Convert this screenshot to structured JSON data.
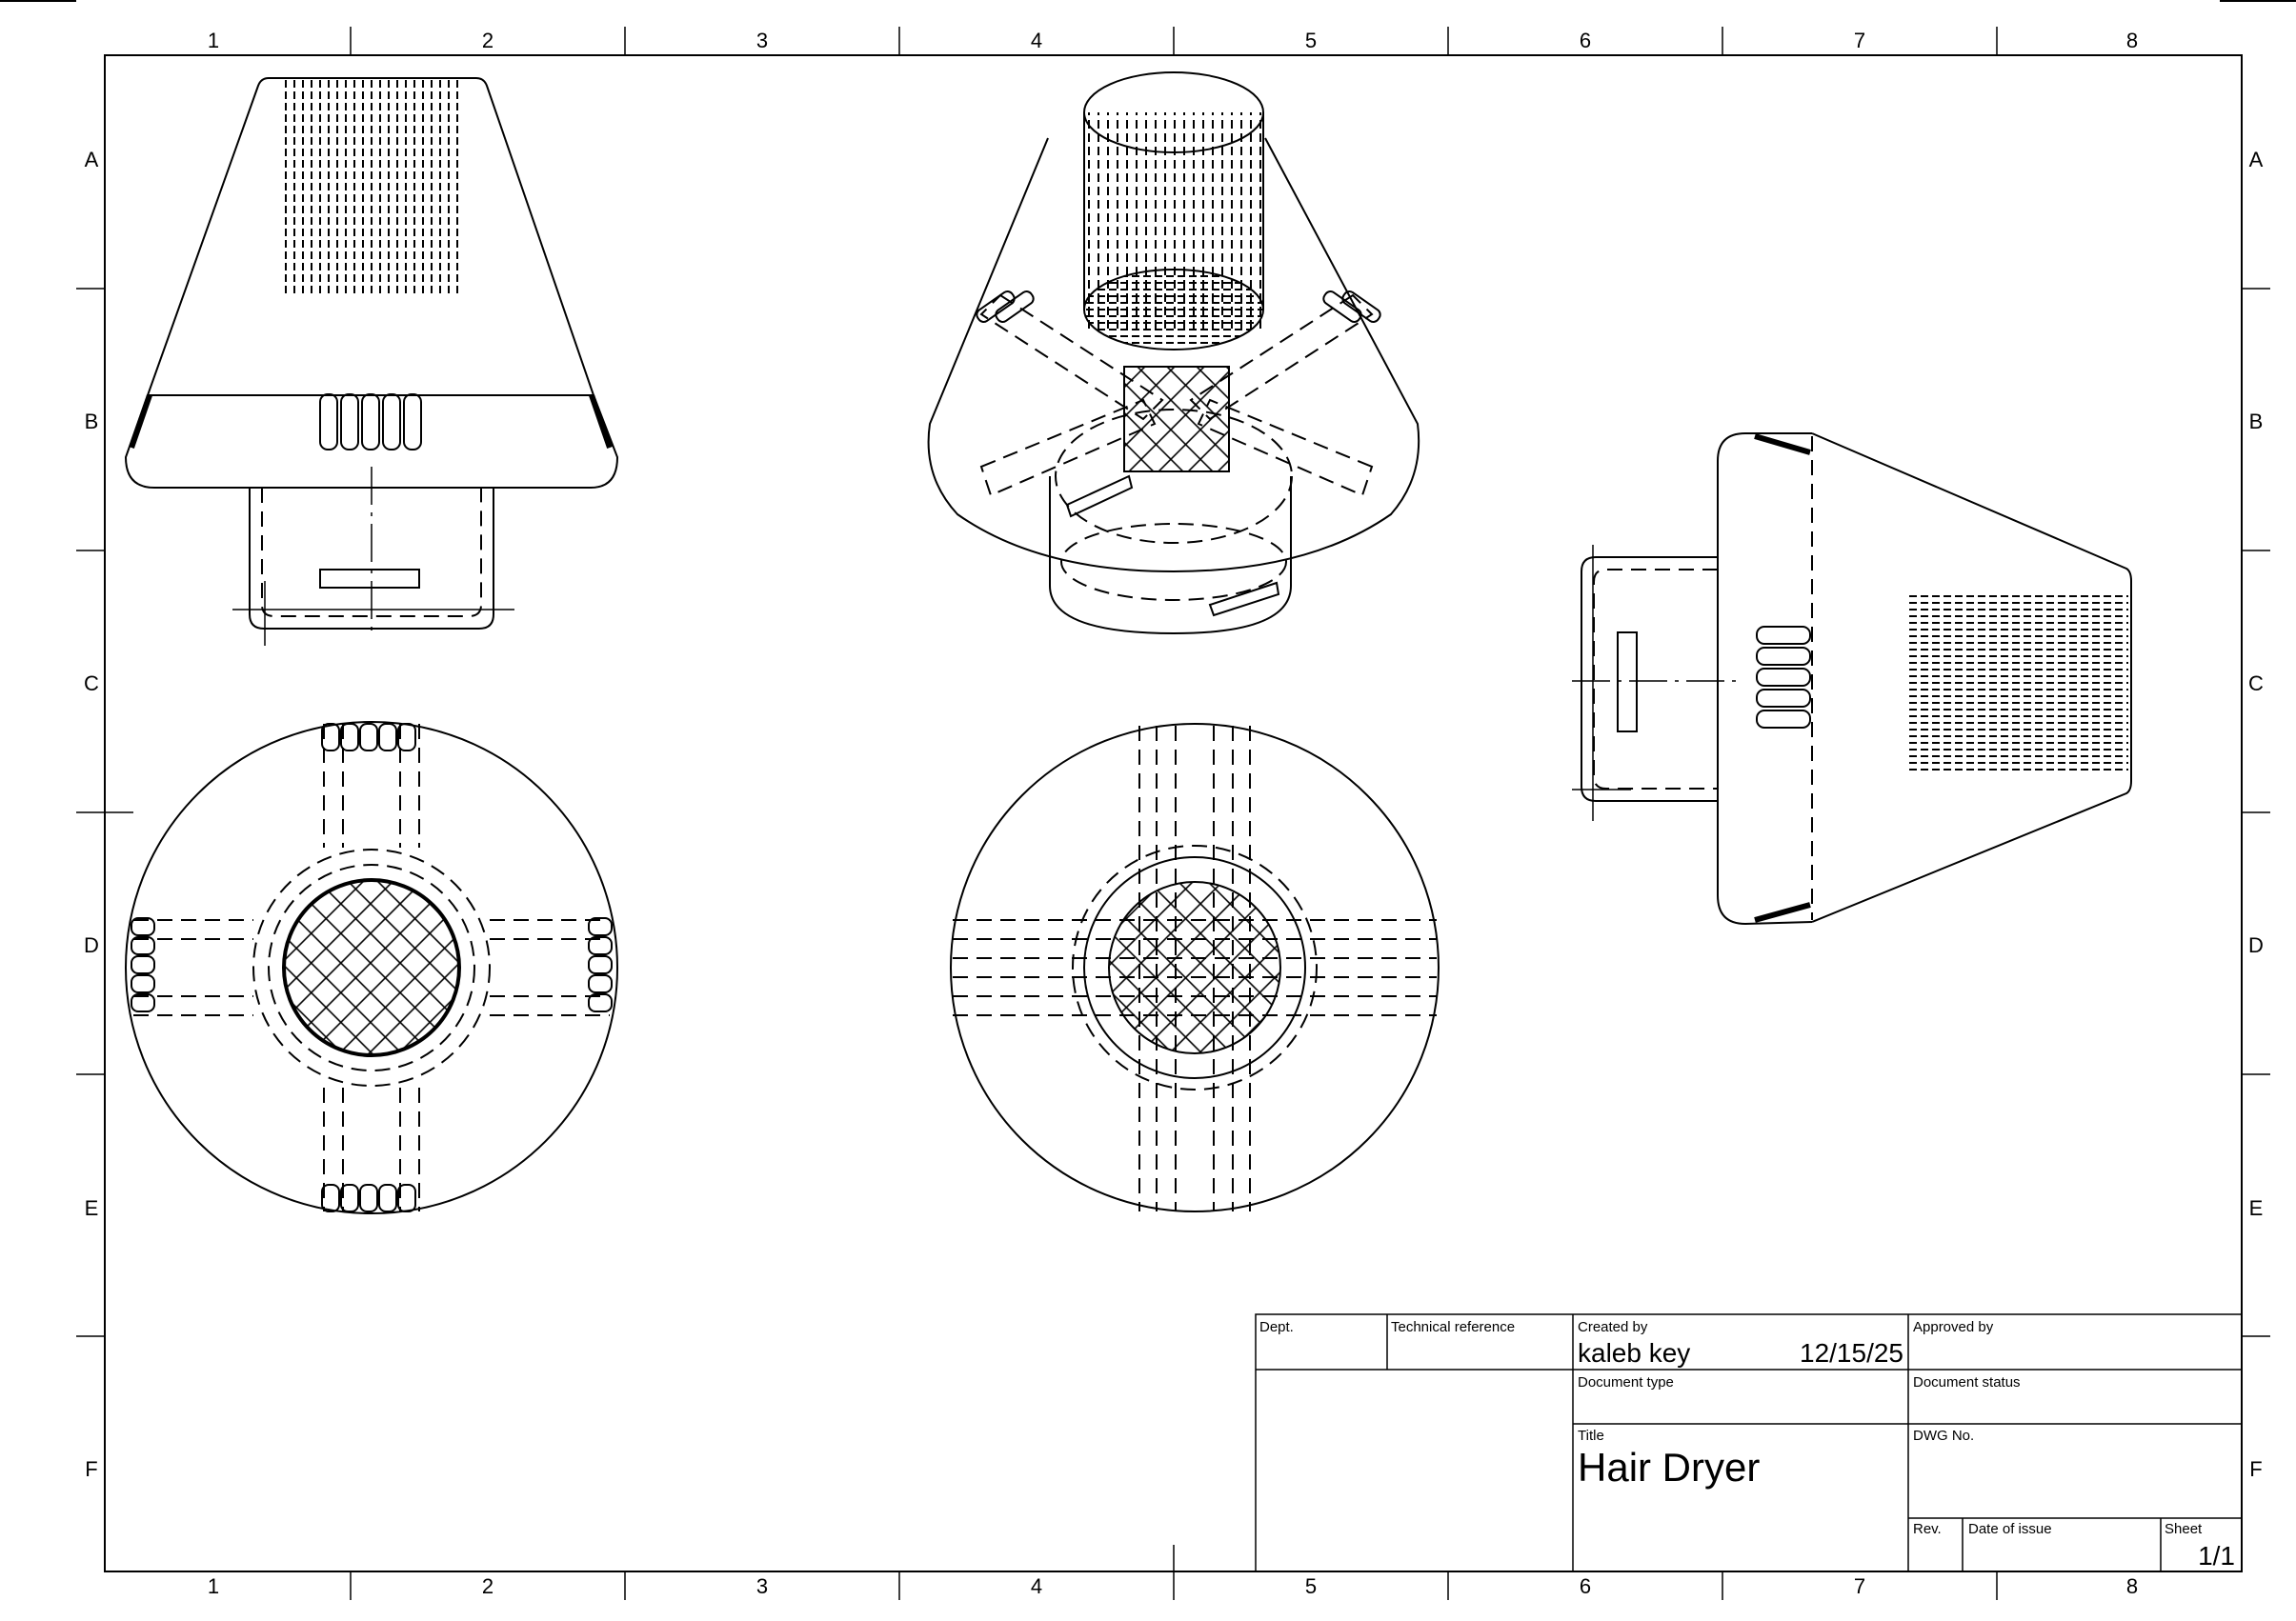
{
  "drawing": {
    "zones": {
      "columns": [
        "1",
        "2",
        "3",
        "4",
        "5",
        "6",
        "7",
        "8"
      ],
      "rows": [
        "A",
        "B",
        "C",
        "D",
        "E",
        "F"
      ]
    },
    "title_block": {
      "dept_label": "Dept.",
      "technical_reference_label": "Technical reference",
      "created_by_label": "Created by",
      "created_by": "kaleb key",
      "created_date": "12/15/25",
      "approved_by_label": "Approved by",
      "document_type_label": "Document type",
      "document_status_label": "Document status",
      "title_label": "Title",
      "title": "Hair Dryer",
      "dwg_no_label": "DWG No.",
      "rev_label": "Rev.",
      "date_of_issue_label": "Date of issue",
      "sheet_label": "Sheet",
      "sheet": "1/1"
    }
  }
}
